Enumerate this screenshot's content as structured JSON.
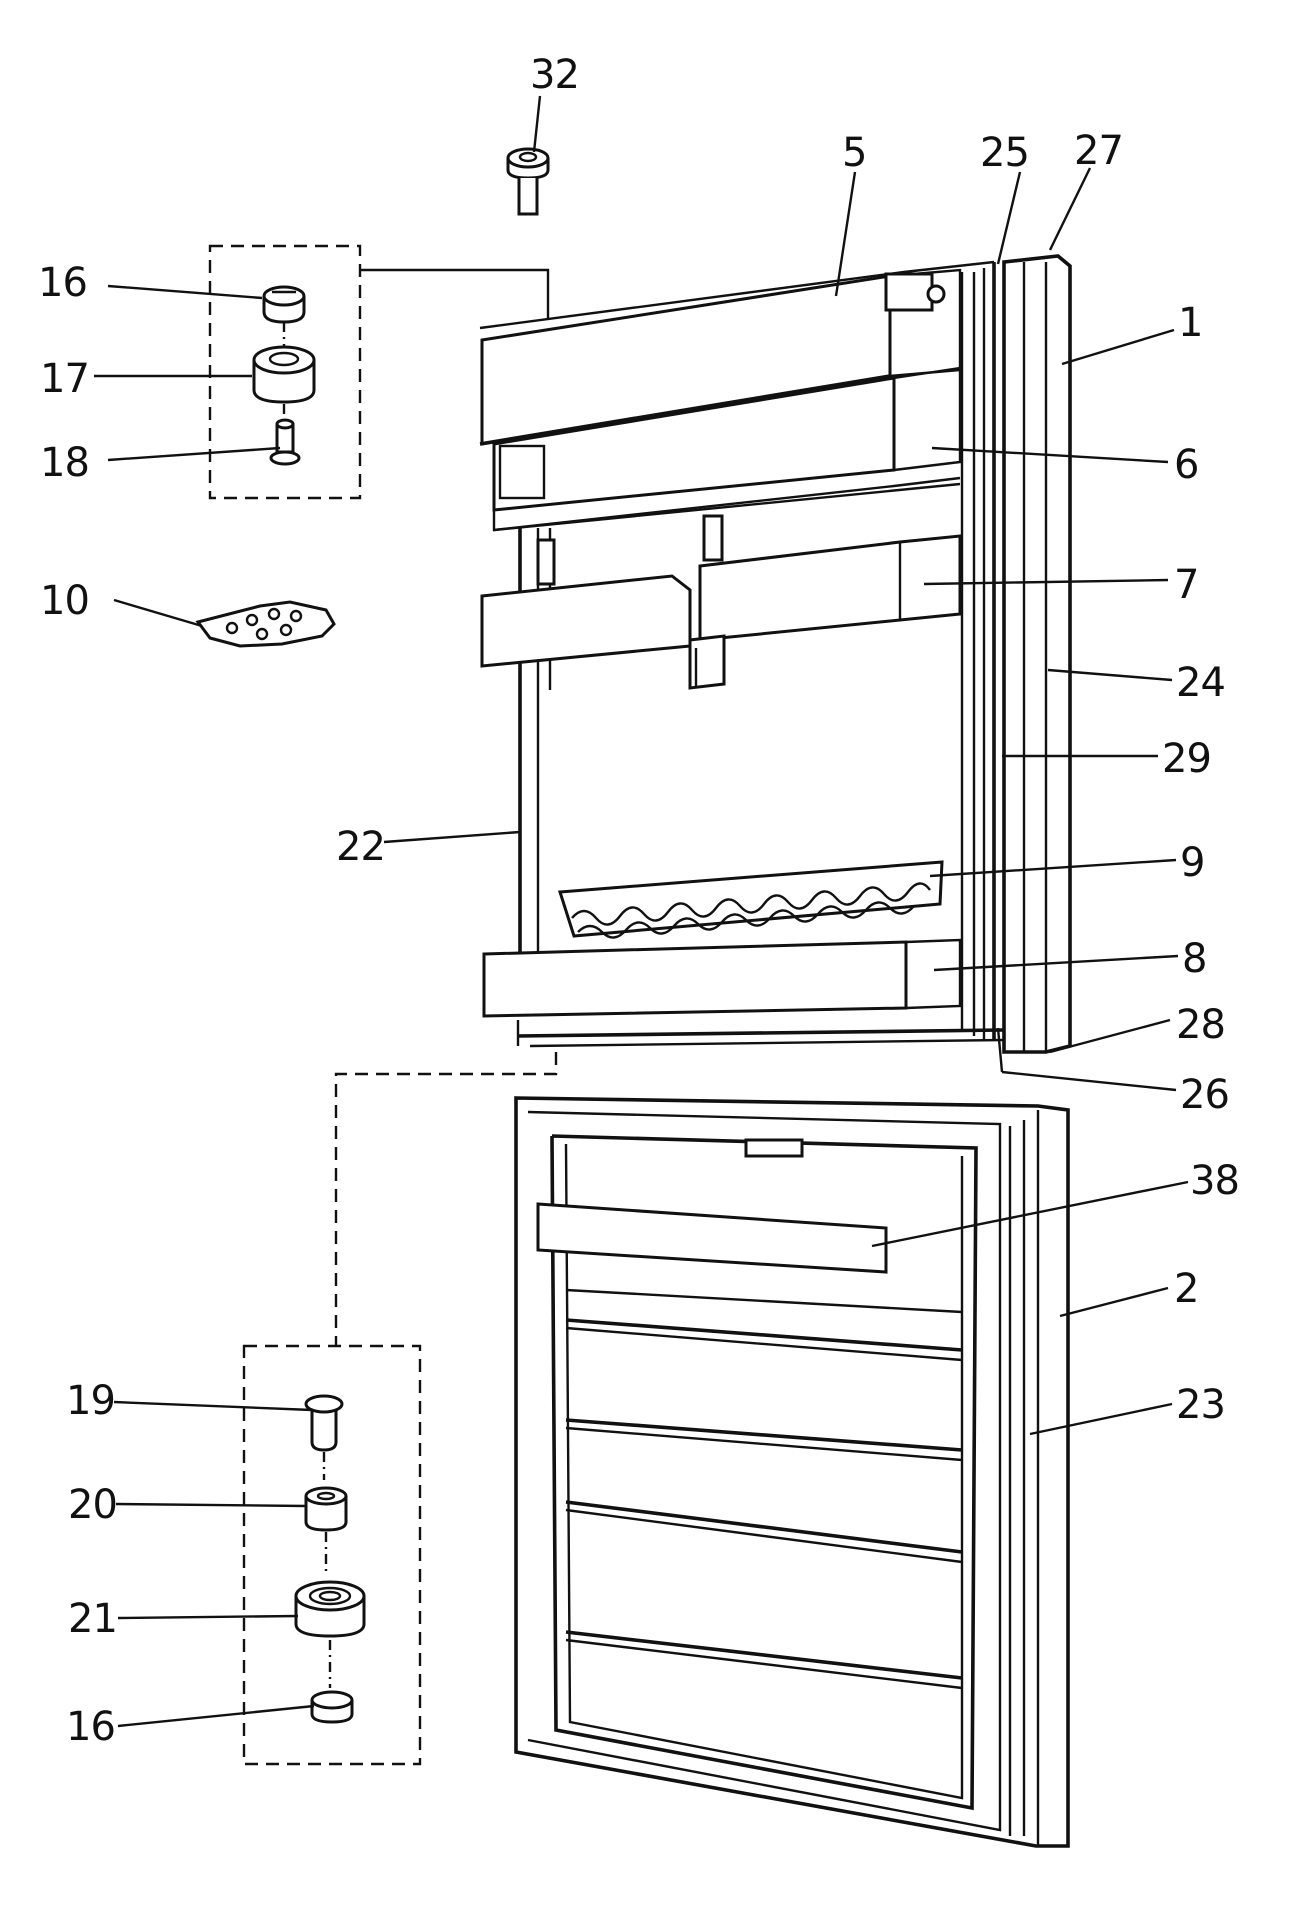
{
  "diagram": {
    "callouts": [
      {
        "id": "label-32",
        "text": "32"
      },
      {
        "id": "label-5",
        "text": "5"
      },
      {
        "id": "label-25",
        "text": "25"
      },
      {
        "id": "label-27",
        "text": "27"
      },
      {
        "id": "label-16-top",
        "text": "16"
      },
      {
        "id": "label-17",
        "text": "17"
      },
      {
        "id": "label-18",
        "text": "18"
      },
      {
        "id": "label-1",
        "text": "1"
      },
      {
        "id": "label-6",
        "text": "6"
      },
      {
        "id": "label-10",
        "text": "10"
      },
      {
        "id": "label-7",
        "text": "7"
      },
      {
        "id": "label-24",
        "text": "24"
      },
      {
        "id": "label-29",
        "text": "29"
      },
      {
        "id": "label-22",
        "text": "22"
      },
      {
        "id": "label-9",
        "text": "9"
      },
      {
        "id": "label-8",
        "text": "8"
      },
      {
        "id": "label-28",
        "text": "28"
      },
      {
        "id": "label-26",
        "text": "26"
      },
      {
        "id": "label-38",
        "text": "38"
      },
      {
        "id": "label-2",
        "text": "2"
      },
      {
        "id": "label-23",
        "text": "23"
      },
      {
        "id": "label-19",
        "text": "19"
      },
      {
        "id": "label-20",
        "text": "20"
      },
      {
        "id": "label-21",
        "text": "21"
      },
      {
        "id": "label-16-bottom",
        "text": "16"
      }
    ]
  }
}
